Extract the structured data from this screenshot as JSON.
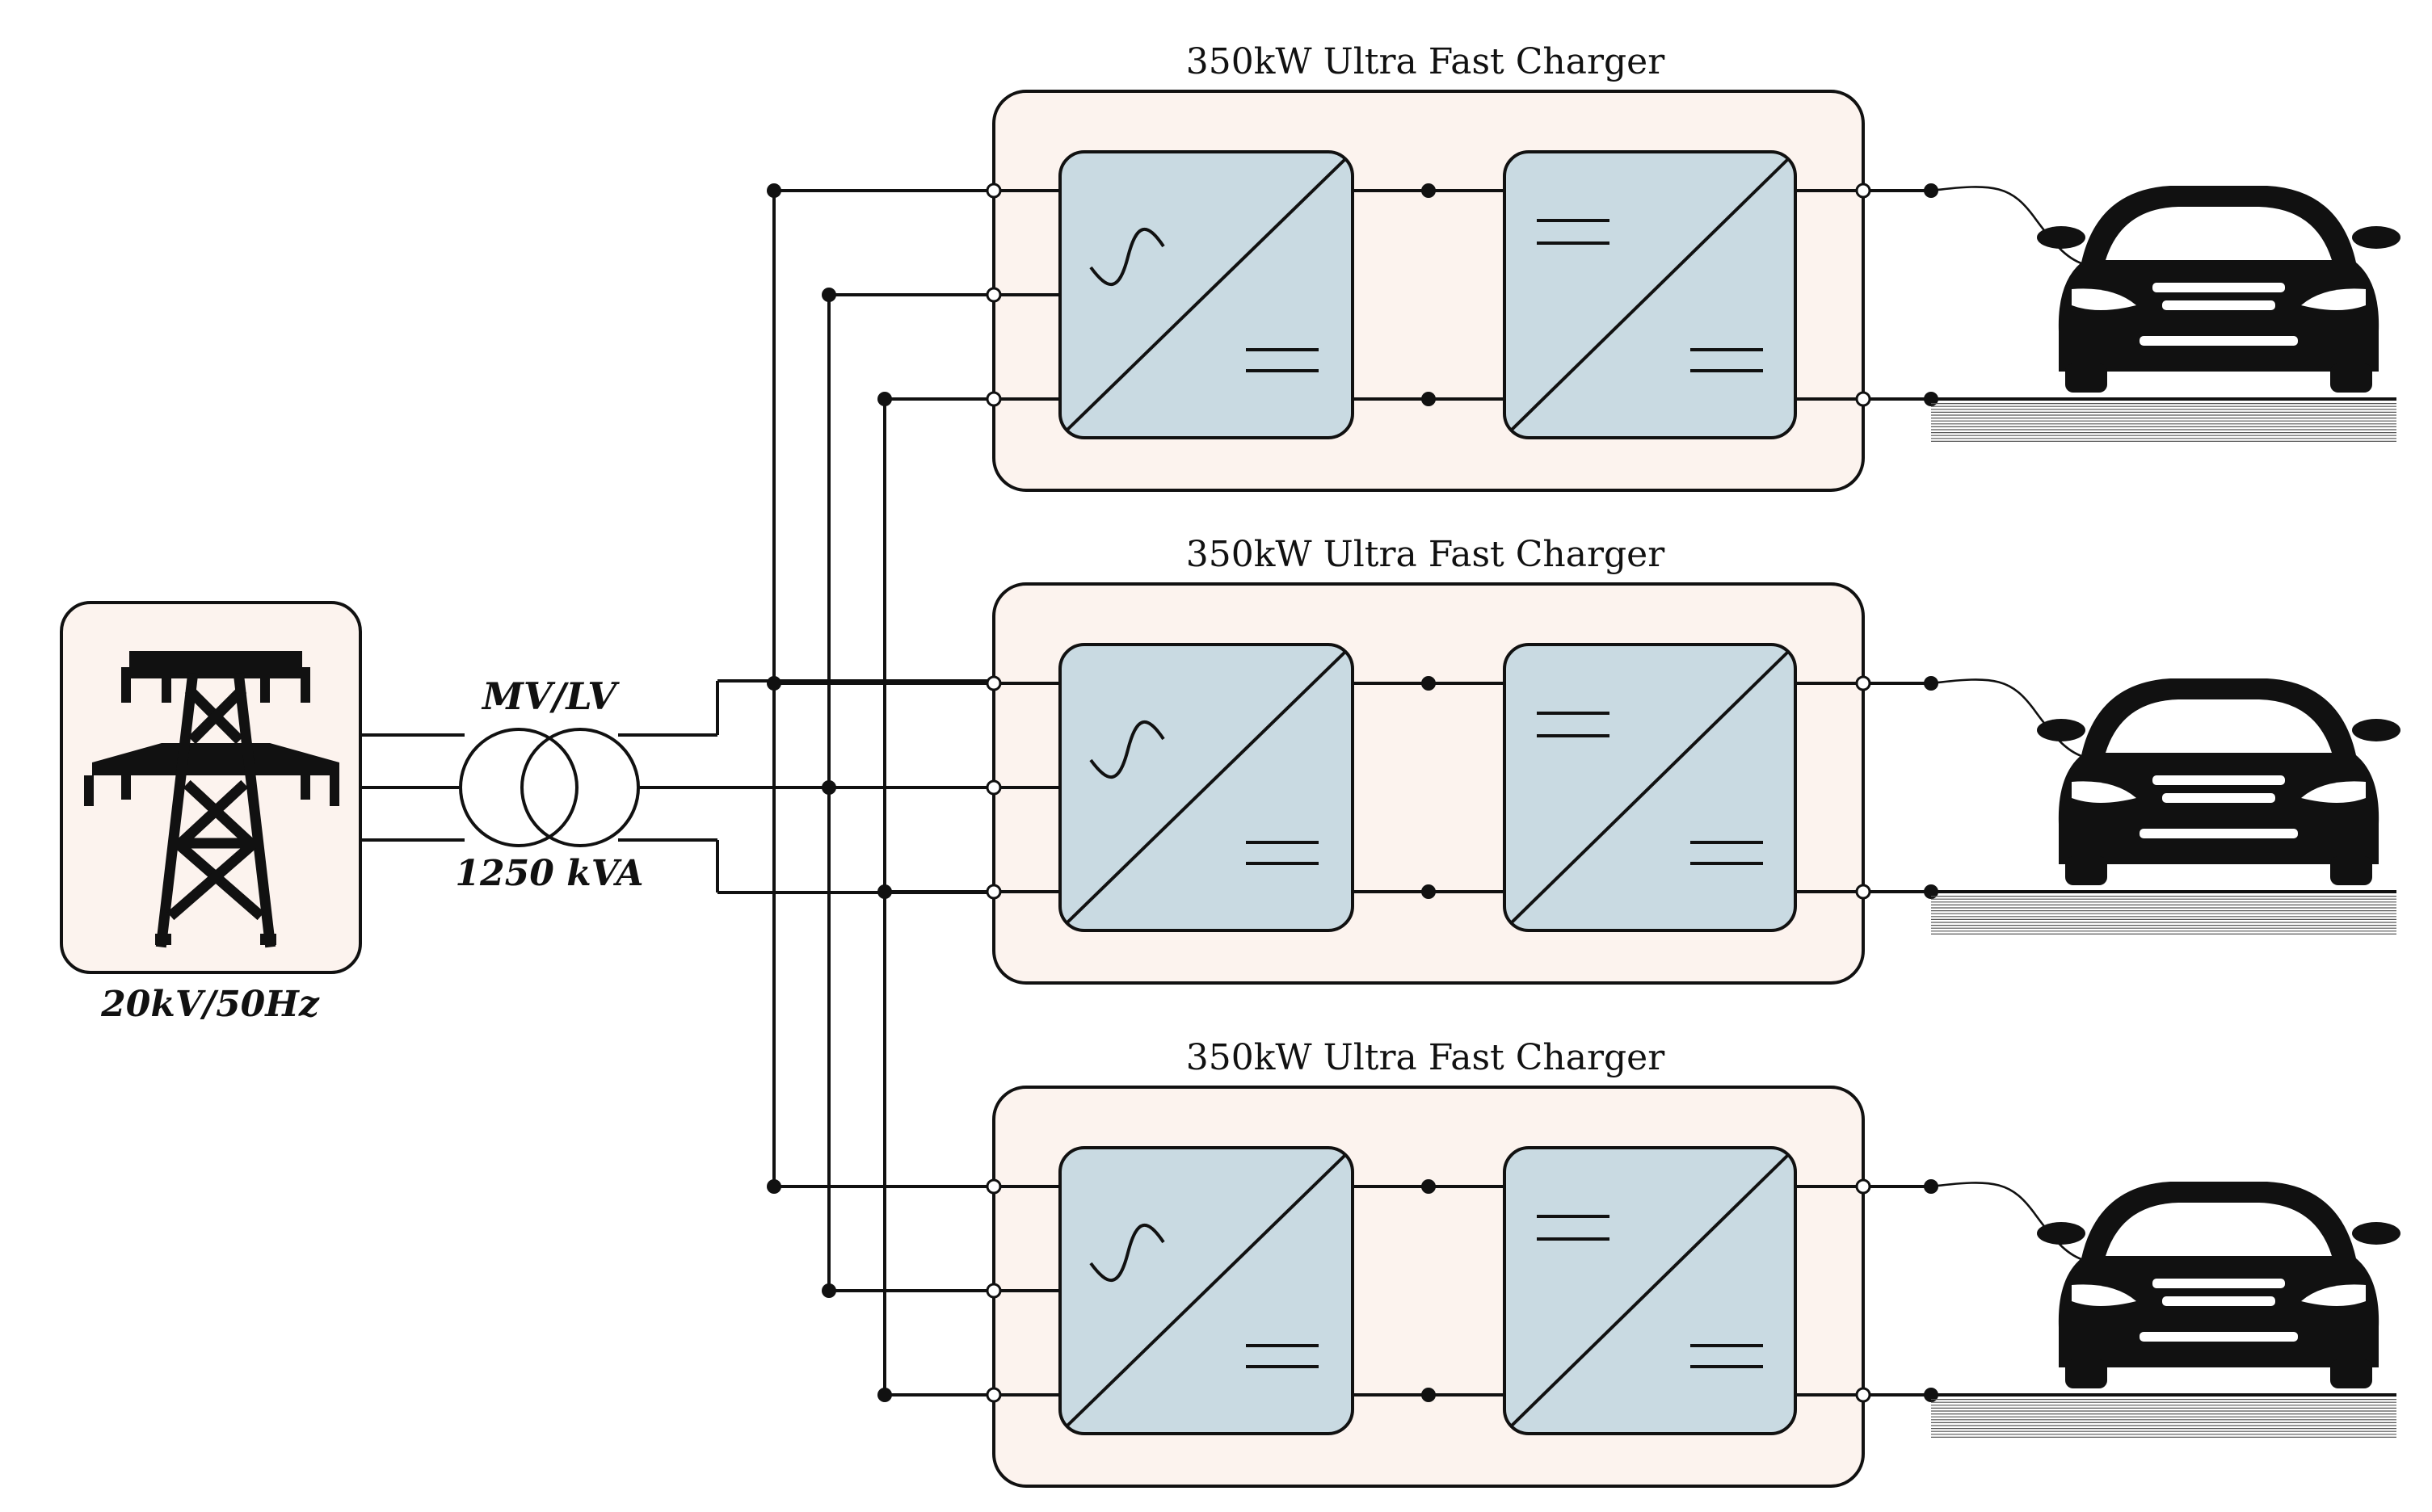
{
  "source": {
    "label": "20kV/50Hz",
    "icon": "transmission-tower-icon",
    "box_fill": "#fcf3ee"
  },
  "transformer": {
    "top_label": "MV/LV",
    "bottom_label": "1250 kVA",
    "icon": "transformer-icon"
  },
  "chargers": [
    {
      "title": "350kW Ultra Fast Charger"
    },
    {
      "title": "350kW Ultra Fast Charger"
    },
    {
      "title": "350kW Ultra Fast Charger"
    }
  ],
  "converters": {
    "ac_dc_icon": "ac-dc-converter-icon",
    "dc_dc_icon": "dc-dc-converter-icon",
    "fill": "#c9dae2",
    "charger_fill": "#fcf3ee"
  },
  "vehicle": {
    "icon": "car-icon"
  }
}
